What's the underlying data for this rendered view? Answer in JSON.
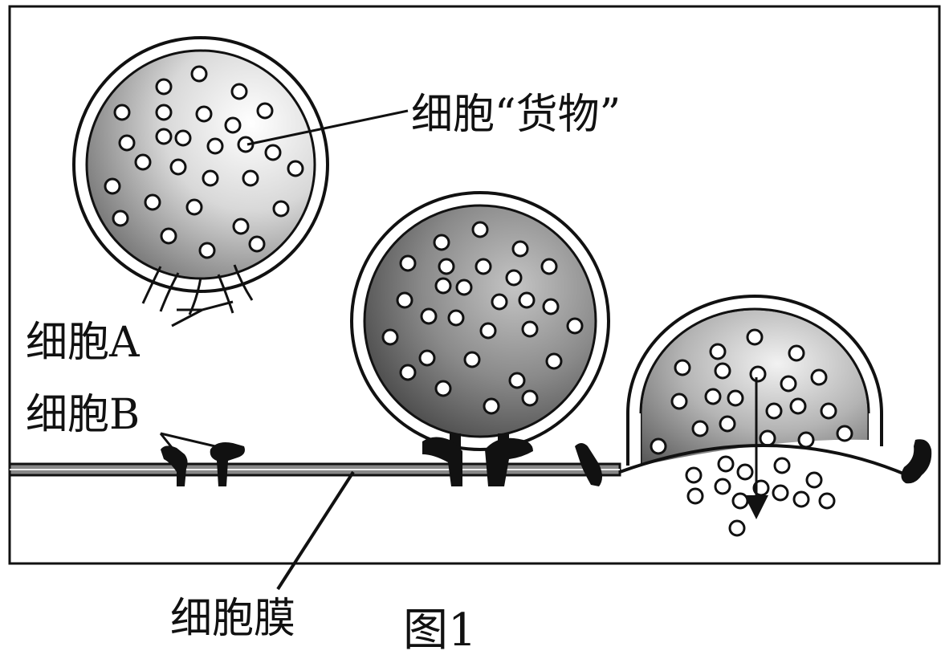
{
  "labels": {
    "cargo": "细胞“货物”",
    "cell_a": "细胞A",
    "cell_b": "细胞B",
    "membrane": "细胞膜",
    "figure_caption": "图1"
  }
}
